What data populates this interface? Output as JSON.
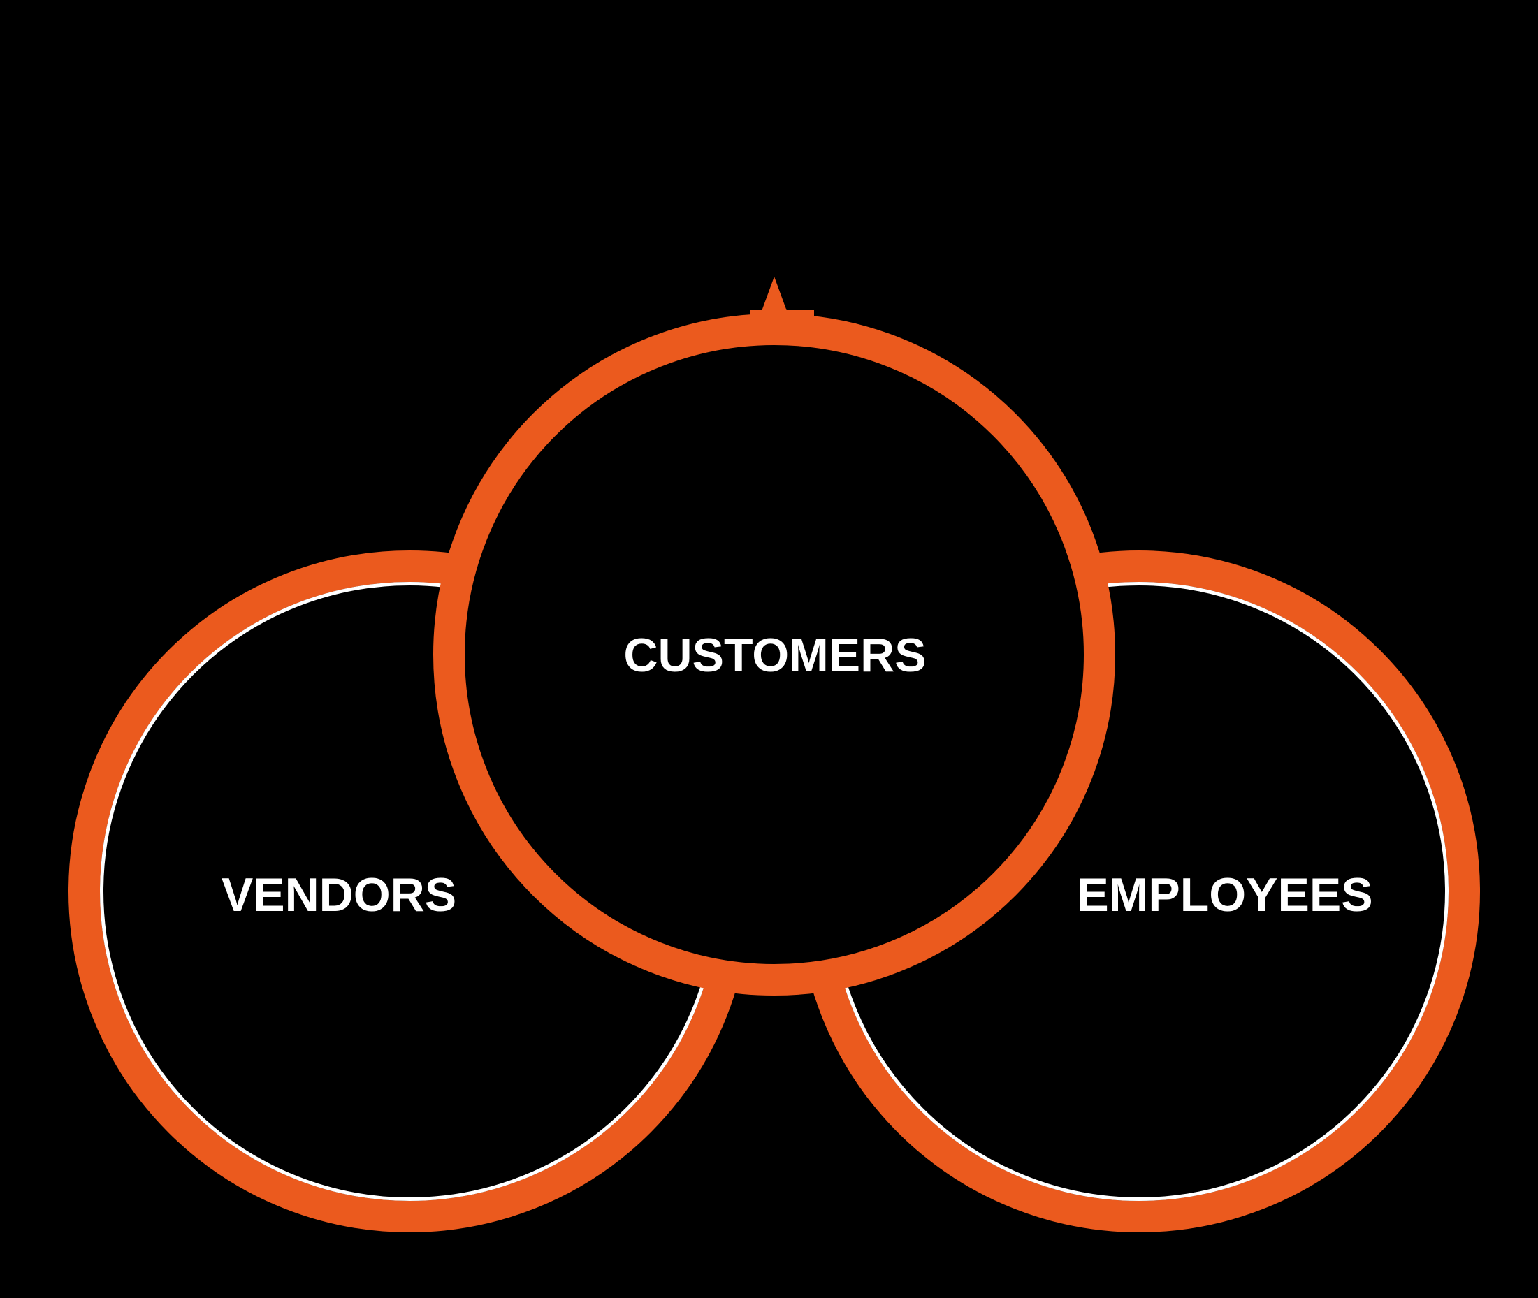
{
  "circles": [
    {
      "id": "customers",
      "label": "CUSTOMERS",
      "position": "top",
      "has_inner_outline": false,
      "has_arrow_point": true
    },
    {
      "id": "vendors",
      "label": "VENDORS",
      "position": "bottom-left",
      "has_inner_outline": true,
      "has_arrow_point": false
    },
    {
      "id": "employees",
      "label": "EMPLOYEES",
      "position": "bottom-right",
      "has_inner_outline": true,
      "has_arrow_point": false
    }
  ],
  "colors": {
    "background": "#000000",
    "ring": "#EB5A1E",
    "inner_outline": "#FFFFFF",
    "label_text": "#FFFFFF"
  }
}
